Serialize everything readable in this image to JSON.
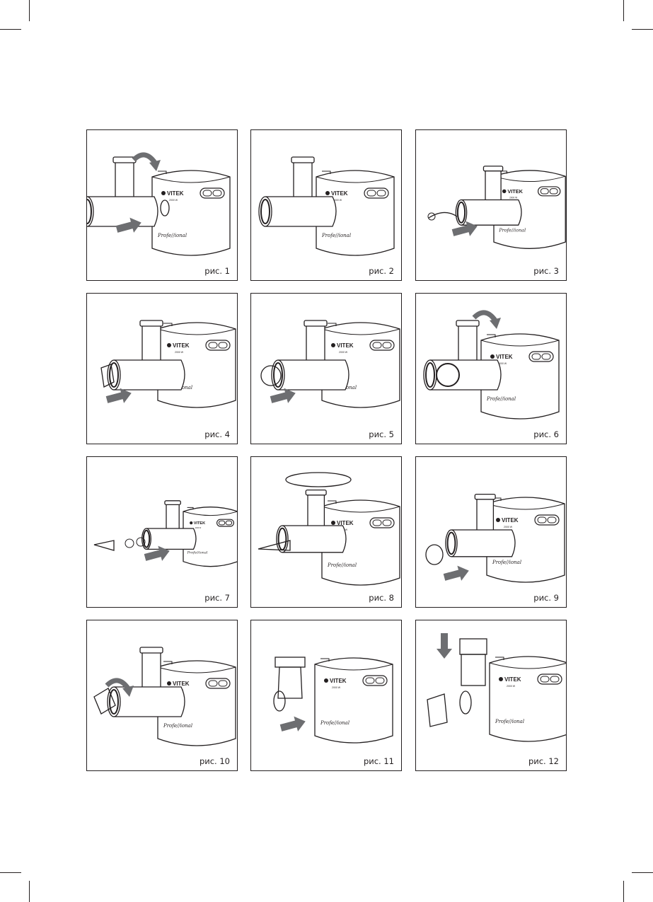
{
  "page": {
    "brand": "VITEK",
    "model_script": "Professional",
    "colors": {
      "line": "#231f20",
      "arrow": "#6d6e71",
      "paper": "#ffffff"
    }
  },
  "figures": [
    {
      "caption": "рис. 1"
    },
    {
      "caption": "рис. 2"
    },
    {
      "caption": "рис. 3"
    },
    {
      "caption": "рис. 4"
    },
    {
      "caption": "рис. 5"
    },
    {
      "caption": "рис. 6"
    },
    {
      "caption": "рис. 7"
    },
    {
      "caption": "рис. 8"
    },
    {
      "caption": "рис. 9"
    },
    {
      "caption": "рис. 10"
    },
    {
      "caption": "рис. 11"
    },
    {
      "caption": "рис. 12"
    }
  ]
}
